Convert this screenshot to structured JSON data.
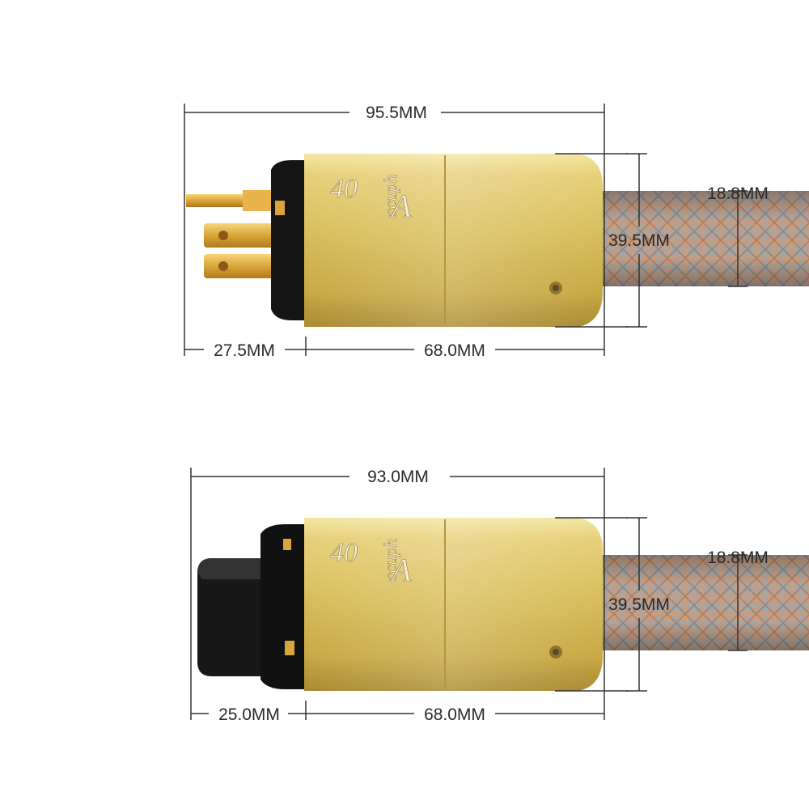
{
  "top_plug": {
    "type": "US plug",
    "dimensions": {
      "overall_length": "95.5MM",
      "prong_length": "27.5MM",
      "body_length": "68.0MM",
      "body_diameter": "39.5MM",
      "cable_diameter": "18.8MM"
    }
  },
  "bottom_plug": {
    "type": "IEC connector",
    "dimensions": {
      "overall_length": "93.0MM",
      "connector_length": "25.0MM",
      "body_length": "68.0MM",
      "body_diameter": "39.5MM",
      "cable_diameter": "18.8MM"
    }
  },
  "brand_marking": "Accuphase 40th",
  "colors": {
    "gold_body": "#d8c060",
    "cable_braid_copper": "#c89a7a",
    "cable_braid_grey": "#9a9a98",
    "insulator": "#1a1a1a",
    "dimension_line": "#333333"
  }
}
